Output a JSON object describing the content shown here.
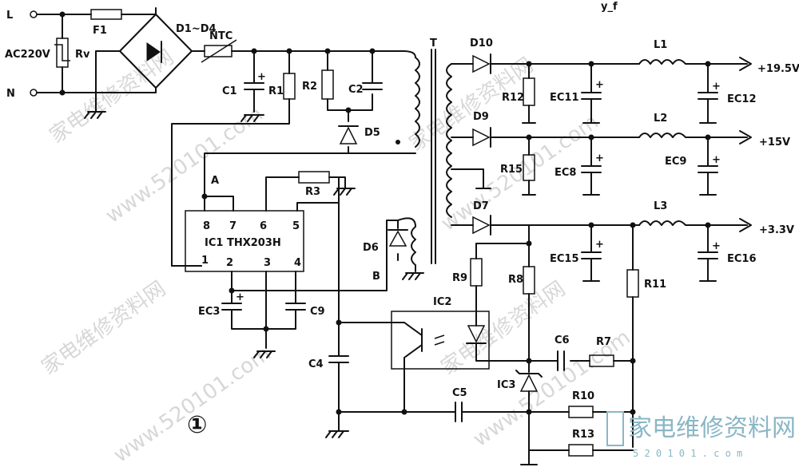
{
  "figure": {
    "number": "①",
    "top_mark": "y_f"
  },
  "inputs": {
    "line_label": "L",
    "neutral_label": "N",
    "voltage": "AC220V"
  },
  "components": {
    "fuse": "F1",
    "varistor": "Rv",
    "bridge": "D1~D4",
    "ntc": "NTC",
    "c1": "C1",
    "r1": "R1",
    "r2": "R2",
    "c2": "C2",
    "d5": "D5",
    "transformer": "T",
    "d10": "D10",
    "d9": "D9",
    "d7": "D7",
    "d6": "D6",
    "r12": "R12",
    "r15": "R15",
    "ec11": "EC11",
    "ec8": "EC8",
    "ec15": "EC15",
    "l1": "L1",
    "l2": "L2",
    "l3": "L3",
    "ec12": "EC12",
    "ec9": "EC9",
    "ec16": "EC16",
    "r3": "R3",
    "r8": "R8",
    "r9": "R9",
    "r11": "R11",
    "ic2": "IC2",
    "ic3": "IC3",
    "c6": "C6",
    "r7": "R7",
    "c5": "C5",
    "r10": "R10",
    "r13": "R13",
    "ec3": "EC3",
    "c9": "C9",
    "c4": "C4"
  },
  "ic1": {
    "label": "IC1 THX203H",
    "pins_top": [
      "8",
      "7",
      "6",
      "5"
    ],
    "pins_bottom": [
      "1",
      "2",
      "3",
      "4"
    ]
  },
  "nodes": {
    "a": "A",
    "b": "B"
  },
  "outputs": {
    "out1": "+19.5V",
    "out2": "+15V",
    "out3": "+3.3V"
  },
  "watermarks": {
    "cn_text": "家电维修资料网",
    "domain": "5 2 0 1 0 1 . c o m",
    "diag1": "www.520101.com",
    "diag2": "家电维修资料网"
  }
}
